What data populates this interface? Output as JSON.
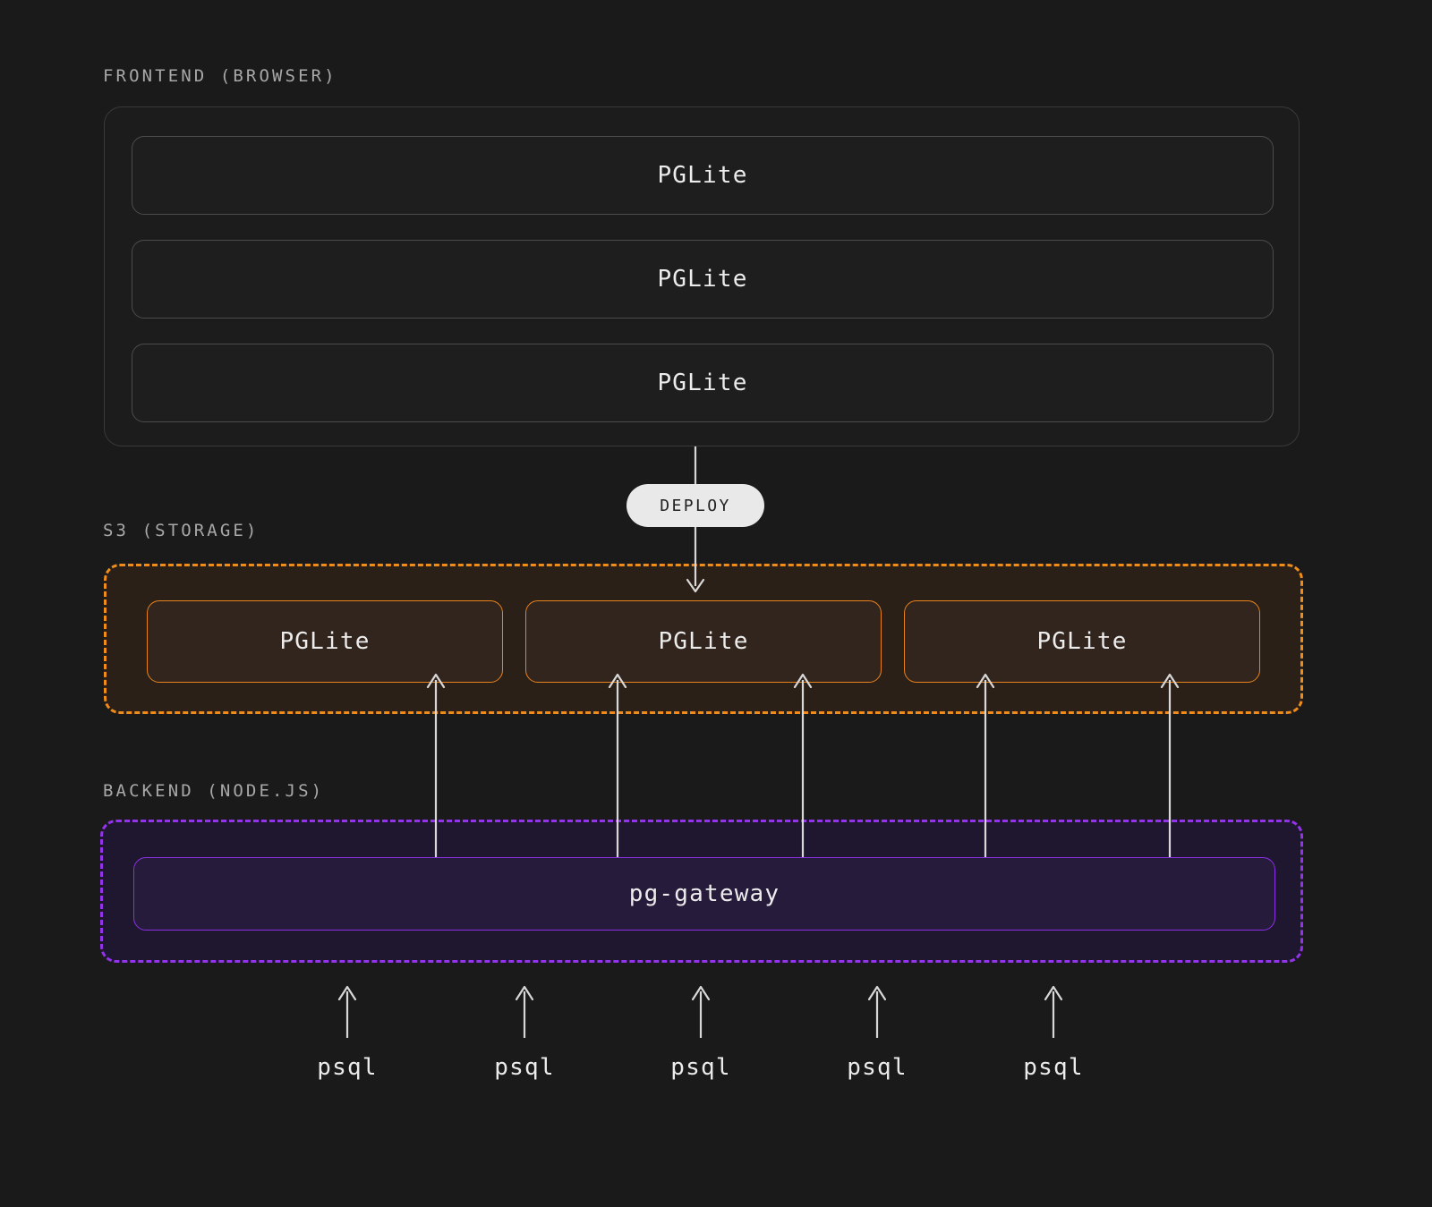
{
  "page": {
    "background_color": "#1a1a1a",
    "title": "PGLite deployment architecture diagram"
  },
  "sections": {
    "frontend": {
      "label": "FRONTEND (BROWSER)",
      "nodes": [
        {
          "label": "PGLite"
        },
        {
          "label": "PGLite"
        },
        {
          "label": "PGLite"
        }
      ]
    },
    "storage": {
      "label": "S3 (STORAGE)",
      "accent_color": "#f08c1a",
      "nodes": [
        {
          "label": "PGLite"
        },
        {
          "label": "PGLite"
        },
        {
          "label": "PGLite"
        }
      ]
    },
    "backend": {
      "label": "BACKEND (NODE.JS)",
      "accent_color": "#9333ea",
      "gateway": {
        "label": "pg-gateway"
      }
    }
  },
  "connectors": {
    "deploy_badge": "DEPLOY",
    "clients": [
      {
        "label": "psql"
      },
      {
        "label": "psql"
      },
      {
        "label": "psql"
      },
      {
        "label": "psql"
      },
      {
        "label": "psql"
      }
    ]
  }
}
